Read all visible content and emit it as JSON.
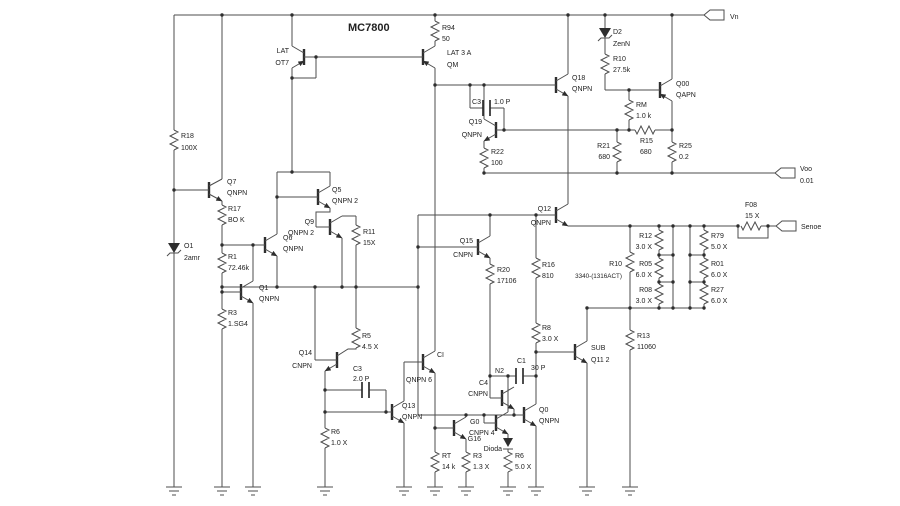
{
  "title": "MC7800",
  "terminals": {
    "vin": "Vn",
    "vout": "Voo",
    "vout_sub": "0.01",
    "sense": "Senoe"
  },
  "components": {
    "ot7": {
      "ref": "LAT",
      "val": "OT7"
    },
    "lat3a": {
      "ref": "LAT 3 A",
      "val": "QM"
    },
    "r94": {
      "ref": "R94",
      "val": "50"
    },
    "q18": {
      "ref": "Q18",
      "val": "QNPN"
    },
    "d2": {
      "ref": "D2",
      "val": "ZenN"
    },
    "r10z": {
      "ref": "R10",
      "val": "27.5k"
    },
    "q00": {
      "ref": "Q00",
      "val": "QAPN"
    },
    "r22": {
      "ref": "R22",
      "val": "100"
    },
    "c3a": {
      "ref": "C3",
      "val": "1.0 P"
    },
    "q19": {
      "ref": "Q19",
      "val": "QNPN"
    },
    "r21": {
      "ref": "R21",
      "val": "680"
    },
    "rm": {
      "ref": "RM",
      "val": "1.0 k"
    },
    "r15": {
      "ref": "R15",
      "val": "680"
    },
    "r25": {
      "ref": "R25",
      "val": "0.2"
    },
    "r18": {
      "ref": "R18",
      "val": "100X"
    },
    "q7": {
      "ref": "Q7",
      "val": "QNPN"
    },
    "r17": {
      "ref": "R17",
      "val": "BO K"
    },
    "d1": {
      "ref": "O1",
      "val": "2amr"
    },
    "r1": {
      "ref": "R1",
      "val": "72.46k"
    },
    "q1": {
      "ref": "Q1",
      "val": "QNPN"
    },
    "r3a": {
      "ref": "R3",
      "val": "1.SG4"
    },
    "q5": {
      "ref": "Q5",
      "val": "QNPN 2"
    },
    "q9": {
      "ref": "Q9",
      "val": "QNPN 2"
    },
    "q6": {
      "ref": "Q6",
      "val": "QNPN"
    },
    "r11": {
      "ref": "R11",
      "val": "15X"
    },
    "q12": {
      "ref": "Q12",
      "val": "QNPN"
    },
    "q15": {
      "ref": "Q15",
      "val": "CNPN"
    },
    "r20": {
      "ref": "R20",
      "val": "17106"
    },
    "r16": {
      "ref": "R16",
      "val": "810"
    },
    "r10": {
      "ref": "R10",
      "val": "3340-(1316ACT)"
    },
    "r12": {
      "ref": "R12",
      "val": "3.0 X"
    },
    "r05": {
      "ref": "R05",
      "val": "6.0 X"
    },
    "r08": {
      "ref": "R08",
      "val": "3.0 X"
    },
    "r79": {
      "ref": "R79",
      "val": "5.0 X"
    },
    "r01": {
      "ref": "R01",
      "val": "6.0 X"
    },
    "r27": {
      "ref": "R27",
      "val": "6.0 X"
    },
    "f08": {
      "ref": "F08",
      "val": "15 X"
    },
    "r13": {
      "ref": "R13",
      "val": "11060"
    },
    "r8": {
      "ref": "R8",
      "val": "3.0 X"
    },
    "sub": {
      "ref": "SUB",
      "val": "Q11 2"
    },
    "q0": {
      "ref": "Q0",
      "val": "QNPN"
    },
    "c4": {
      "ref": "C4",
      "val": "CNPN"
    },
    "c1": {
      "ref": "C1",
      "val": "30 P"
    },
    "n2": {
      "ref": "N2"
    },
    "g0": {
      "ref": "G0",
      "val": "CNPN 4"
    },
    "g16": {
      "ref": "G16"
    },
    "dioda": {
      "ref": "Dioda"
    },
    "r6b": {
      "ref": "R6",
      "val": "5.0 X"
    },
    "r3b": {
      "ref": "R3",
      "val": "1.3 X"
    },
    "rt": {
      "ref": "RT",
      "val": "14 k"
    },
    "q13": {
      "ref": "Q13",
      "val": "QNPN"
    },
    "ci": {
      "ref": "CI",
      "val": "QNPN 6"
    },
    "q14": {
      "ref": "Q14",
      "val": "CNPN"
    },
    "r5": {
      "ref": "R5",
      "val": "4.5 X"
    },
    "c3b": {
      "ref": "C3",
      "val": "2.0 P"
    },
    "r6a": {
      "ref": "R6",
      "val": "1.0 X"
    }
  },
  "colors": {
    "wire": "#4d4d4d",
    "text": "#222222",
    "background": "#ffffff"
  }
}
